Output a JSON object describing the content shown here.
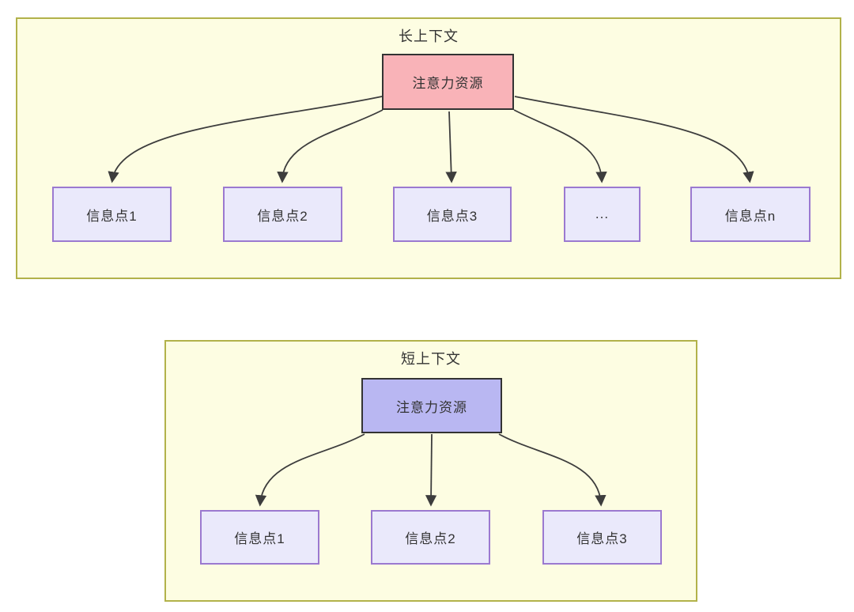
{
  "diagram": {
    "sections": [
      {
        "id": "long-context",
        "title": "长上下文",
        "source": {
          "label": "注意力资源",
          "fill": "#f9b3b8"
        },
        "targets": [
          {
            "label": "信息点1"
          },
          {
            "label": "信息点2"
          },
          {
            "label": "信息点3"
          },
          {
            "label": "..."
          },
          {
            "label": "信息点n"
          }
        ]
      },
      {
        "id": "short-context",
        "title": "短上下文",
        "source": {
          "label": "注意力资源",
          "fill": "#b9b7f2"
        },
        "targets": [
          {
            "label": "信息点1"
          },
          {
            "label": "信息点2"
          },
          {
            "label": "信息点3"
          }
        ]
      }
    ],
    "colors": {
      "panel_background": "#fdfde2",
      "panel_border": "#b2b24a",
      "long_source_fill": "#f9b3b8",
      "short_source_fill": "#b9b7f2",
      "source_border": "#333333",
      "target_fill": "#eae9fb",
      "target_border": "#9b79d0",
      "arrow_stroke": "#3d3d3d",
      "text": "#333333"
    }
  }
}
